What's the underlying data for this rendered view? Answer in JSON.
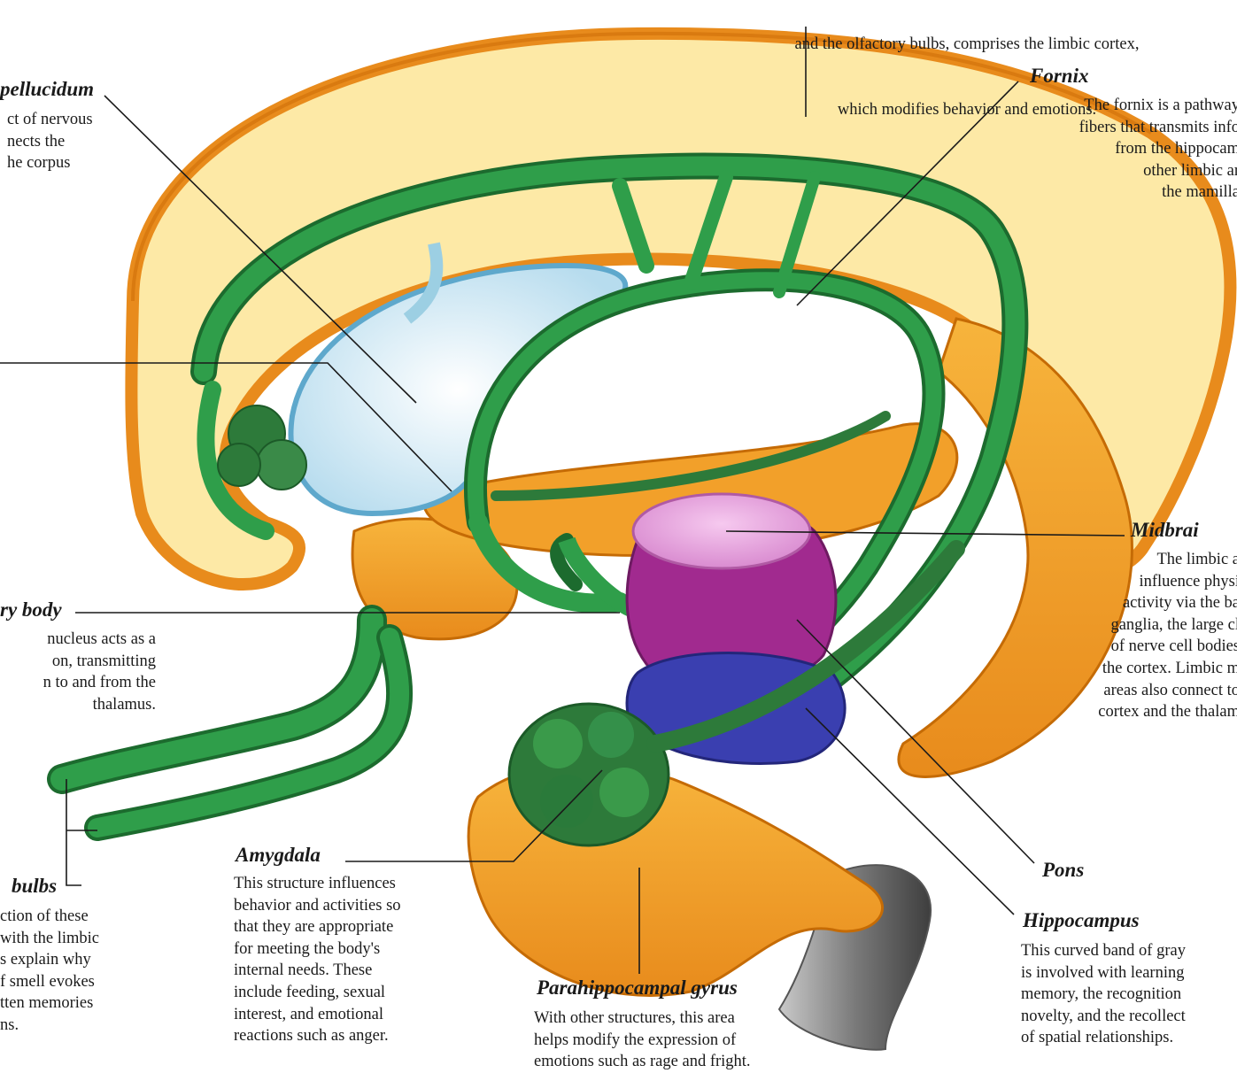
{
  "top": {
    "line1": "and the olfactory bulbs, comprises the limbic cortex,",
    "line2": "which modifies behavior and emotions."
  },
  "septum": {
    "label": "pellucidum",
    "desc": "ct of nervous\nnects the\nhe corpus"
  },
  "fornix": {
    "label": "Fornix",
    "desc": "The fornix is a pathway\nfibers that transmits info\nfrom the hippocam\nother limbic ar\nthe mamilla"
  },
  "midbrain": {
    "label": "Midbrai",
    "desc": "The limbic a\ninfluence physi\nactivity via the ba\nganglia, the large cl\nof nerve cell bodies\nthe cortex. Limbic m\nareas also connect to\ncortex and the thalam"
  },
  "mamillary": {
    "label": "ry body",
    "desc": "nucleus acts as a\non, transmitting\nn to and from the\nthalamus."
  },
  "olfactory": {
    "label": "bulbs",
    "desc": "ction of these\nwith the limbic\ns explain why\nf smell evokes\ntten memories\nns."
  },
  "amygdala": {
    "label": "Amygdala",
    "desc": "This structure influences\nbehavior and activities so\nthat they are appropriate\nfor meeting the body's\ninternal needs. These\ninclude feeding, sexual\ninterest, and emotional\nreactions such as anger."
  },
  "parahippocampal": {
    "label": "Parahippocampal gyrus",
    "desc": "With other structures, this area\nhelps modify the expression of\nemotions such as rage and fright."
  },
  "pons": {
    "label": "Pons"
  },
  "hippocampus": {
    "label": "Hippocampus",
    "desc": "This curved band of gray\nis involved with learning\nmemory, the recognition\nnovelty, and the recollect\nof spatial relationships."
  },
  "colors": {
    "cortex_fill": "#fde9a6",
    "cortex_edge": "#e88b1c",
    "cortex_shadow": "#d97a10",
    "fornix_green": "#2f9e4a",
    "fornix_dark": "#1c6b2e",
    "hippocampus_green": "#2d7a3a",
    "septum_blue": "#9ccfe3",
    "midbrain_pink": "#e8a6dc",
    "midbrain_magenta": "#a12a8f",
    "pons_blue": "#3a3fb0",
    "brainstem_gray": "#8a8a8a"
  }
}
